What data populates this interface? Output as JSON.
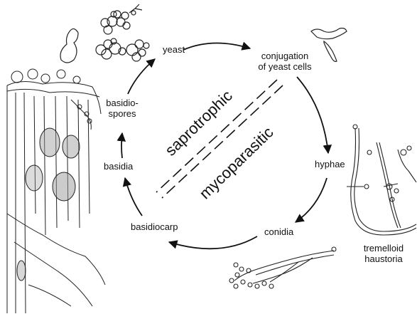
{
  "cycle": {
    "stages": {
      "yeast": "yeast",
      "conjugation_line1": "conjugation",
      "conjugation_line2": "of yeast cells",
      "hyphae": "hyphae",
      "conidia": "conidia",
      "basidiocarp": "basidiocarp",
      "basidia": "basidia",
      "basidiospores_line1": "basidio-",
      "basidiospores_line2": "spores"
    },
    "phases": {
      "upper": "saprotrophic",
      "lower": "mycoparasitic"
    }
  },
  "illustrations": {
    "haustoria_line1": "tremelloid",
    "haustoria_line2": "haustoria"
  }
}
